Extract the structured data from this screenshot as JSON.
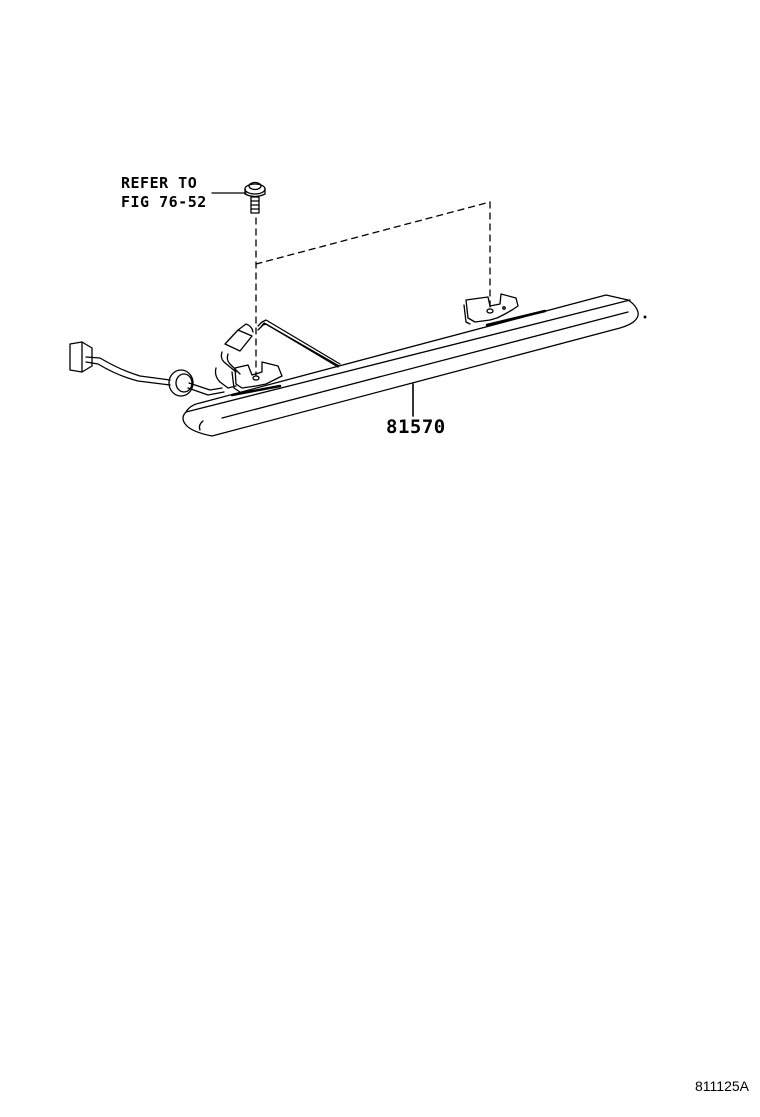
{
  "diagram": {
    "title": "",
    "callouts": {
      "reference_line1": "REFER TO",
      "reference_line2": "FIG 76-52",
      "part_number": "81570"
    },
    "figure_id": "811125A",
    "components": [
      {
        "name": "screw",
        "icon": "screw-icon"
      },
      {
        "name": "high-mount-stop-lamp",
        "icon": "lamp-bar-icon",
        "part_number": "81570"
      },
      {
        "name": "wire-harness-connector",
        "icon": "connector-icon"
      },
      {
        "name": "grommet",
        "icon": "grommet-icon"
      },
      {
        "name": "mounting-bracket-left",
        "icon": "bracket-icon"
      },
      {
        "name": "mounting-bracket-right",
        "icon": "bracket-icon"
      }
    ],
    "colors": {
      "line": "#000000",
      "background": "#ffffff"
    }
  }
}
